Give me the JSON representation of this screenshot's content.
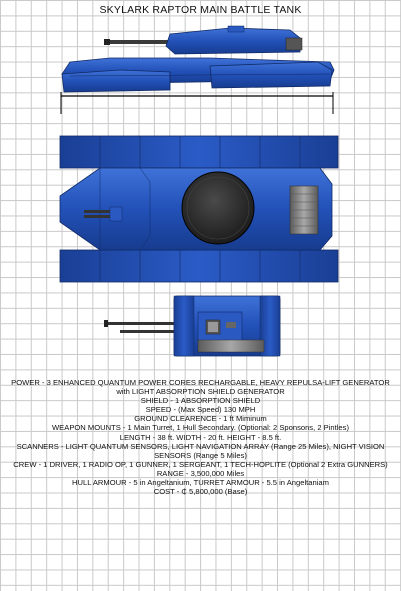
{
  "title": "SKYLARK RAPTOR MAIN BATTLE TANK",
  "colors": {
    "hull": "#2251b8",
    "hull_dark": "#14347d",
    "hull_light": "#3d6fd4",
    "metal": "#7b7b7b",
    "metal_dark": "#3a3a3a",
    "turret": "#2a2a2a",
    "grid": "#c9c9c9"
  },
  "specs": {
    "power": "POWER - 3 ENHANCED QUANTUM POWER CORES RECHARGABLE, HEAVY REPULSA-LIFT GENERATOR with LIGHT ABSORPTION SHIELD GENERATOR",
    "shield": "SHIELD - 1 ABSORPTION SHIELD",
    "speed": "SPEED - (Max Speed) 130 MPH",
    "ground_clearance": "GROUND CLEARENCE - 1 ft Miminum",
    "weapon_mounts": "WEAPON MOUNTS - 1 Main Turret, 1 Hull Secondary. (Optional: 2 Sponsons, 2 Pintles)",
    "dimensions": "LENGTH -  38 ft.  WIDTH - 20 ft. HEIGHT - 8.5 ft.",
    "scanners": "SCANNERS - LIGHT QUANTUM SENSORS, LIGHT NAVIGATION ARRAY (Range 25 Miles), NIGHT VISION SENSORS (Range 5 Miles)",
    "crew": "CREW - 1 DRIVER, 1 RADIO OP, 1 GUNNER, 1 SERGEANT, 1 TECH-HOPLITE (Optional 2 Extra GUNNERS)",
    "range": "RANGE - 3,500,000 Miles",
    "armour": "HULL ARMOUR - 5 in Angeltanium, TURRET ARMOUR - 5.5 in Angeltaniam",
    "cost": "COST - ₵ 5,800,000 (Base)"
  }
}
